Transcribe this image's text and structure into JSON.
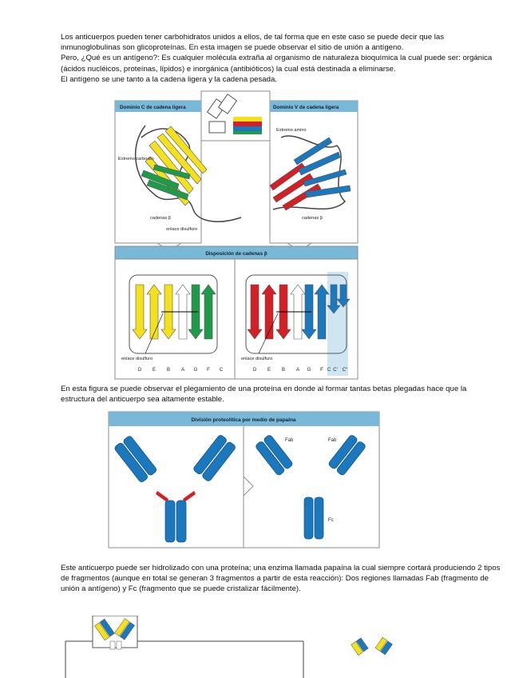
{
  "text": {
    "p1": [
      "Los anticuerpos pueden tener carbohidratos unidos a ellos, de tal forma que en este caso se puede decir que las inmunoglobulinas son glicoproteínas. En esta imagen se puede observar el sitio de unión a antígeno.",
      "Pero, ¿Qué es un antígeno?: Es cualquier molécula extraña al organismo de naturaleza bioquímica la cual puede ser: orgánica (ácidos nucléicos, proteínas, lípidos) e inorgánica (antibióticos) la cual está destinada a eliminarse.",
      "El antígeno se une tanto a la cadena ligera y la cadena pesada."
    ],
    "p2": "En esta figura se puede observar el plegamiento de una proteína en donde al formar tantas betas plegadas hace que la estructura del anticuerpo sea altamente estable.",
    "p3": "Este anticuerpo puede ser hidrolizado con una proteína; una enzima llamada papaína la cual siempre cortará produciendo 2 tipos de fragmentos (aunque en total se generan 3 fragmentos a partir de esta reacción): Dos regiones llamadas Fab (fragmento de unión a antígeno) y Fc (fragmento que se puede cristalizar fácilmente)."
  },
  "figure1": {
    "header_left": "Dominio C de cadena ligera",
    "header_right": "Dominio V de cadena ligera",
    "label_extremo_amino": "Extremo amino",
    "label_extremo_carboxilo": "Extremo carboxilo",
    "label_cadenas_left": "cadenas β",
    "label_cadenas_right": "cadenas β",
    "label_enlace_top": "enlace disulfuro",
    "band_title": "Disposición de cadenas β",
    "label_enlace_left": "enlace disulfuro",
    "label_enlace_right": "enlace disulfuro",
    "strands_left": [
      "D",
      "E",
      "B",
      "A",
      "G",
      "F",
      "C"
    ],
    "strands_right": [
      "D",
      "E",
      "B",
      "A",
      "G",
      "F",
      "C",
      "C'",
      "C''"
    ]
  },
  "figure2": {
    "title": "División proteolítica por medio de papaína",
    "label_fab_left": "Fab",
    "label_fab_right": "Fab",
    "label_fc": "Fc"
  },
  "colors": {
    "header_blue": "#7ab8d8",
    "yellow": "#f3e11c",
    "green": "#1f9a4a",
    "red": "#d32027",
    "blue": "#1b78bd",
    "panel_border": "#8c8c8c"
  }
}
